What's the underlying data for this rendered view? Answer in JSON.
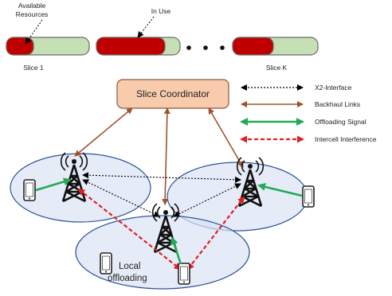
{
  "labels": {
    "available_resources_line1": "Available",
    "available_resources_line2": "Resources",
    "in_use": "In Use",
    "slice_1": "Slice 1",
    "slice_k": "Slice K",
    "slice_coordinator": "Slice Coordinator",
    "local_offloading_line1": "Local",
    "local_offloading_line2": "offloading"
  },
  "slices": [
    {
      "name": "Slice 1",
      "in_use_fraction": 0.33
    },
    {
      "name": "",
      "in_use_fraction": 0.8
    },
    {
      "name": "Slice K",
      "in_use_fraction": 0.48
    }
  ],
  "legend": [
    {
      "label": "X2-Interface",
      "style": "dotted",
      "color": "#000000"
    },
    {
      "label": "Backhaul Links",
      "style": "solid",
      "color": "#a0522d"
    },
    {
      "label": "Offloading Signal",
      "style": "solid-thick",
      "color": "#22aa55"
    },
    {
      "label": "Intercell Interference",
      "style": "dashed",
      "color": "#e02020"
    }
  ],
  "colors": {
    "in_use": "#c00000",
    "available": "#c5e0b4",
    "coordinator_fill": "#f8cbad",
    "cell_fill": "#dae3f3",
    "cell_stroke": "#2f5597"
  }
}
